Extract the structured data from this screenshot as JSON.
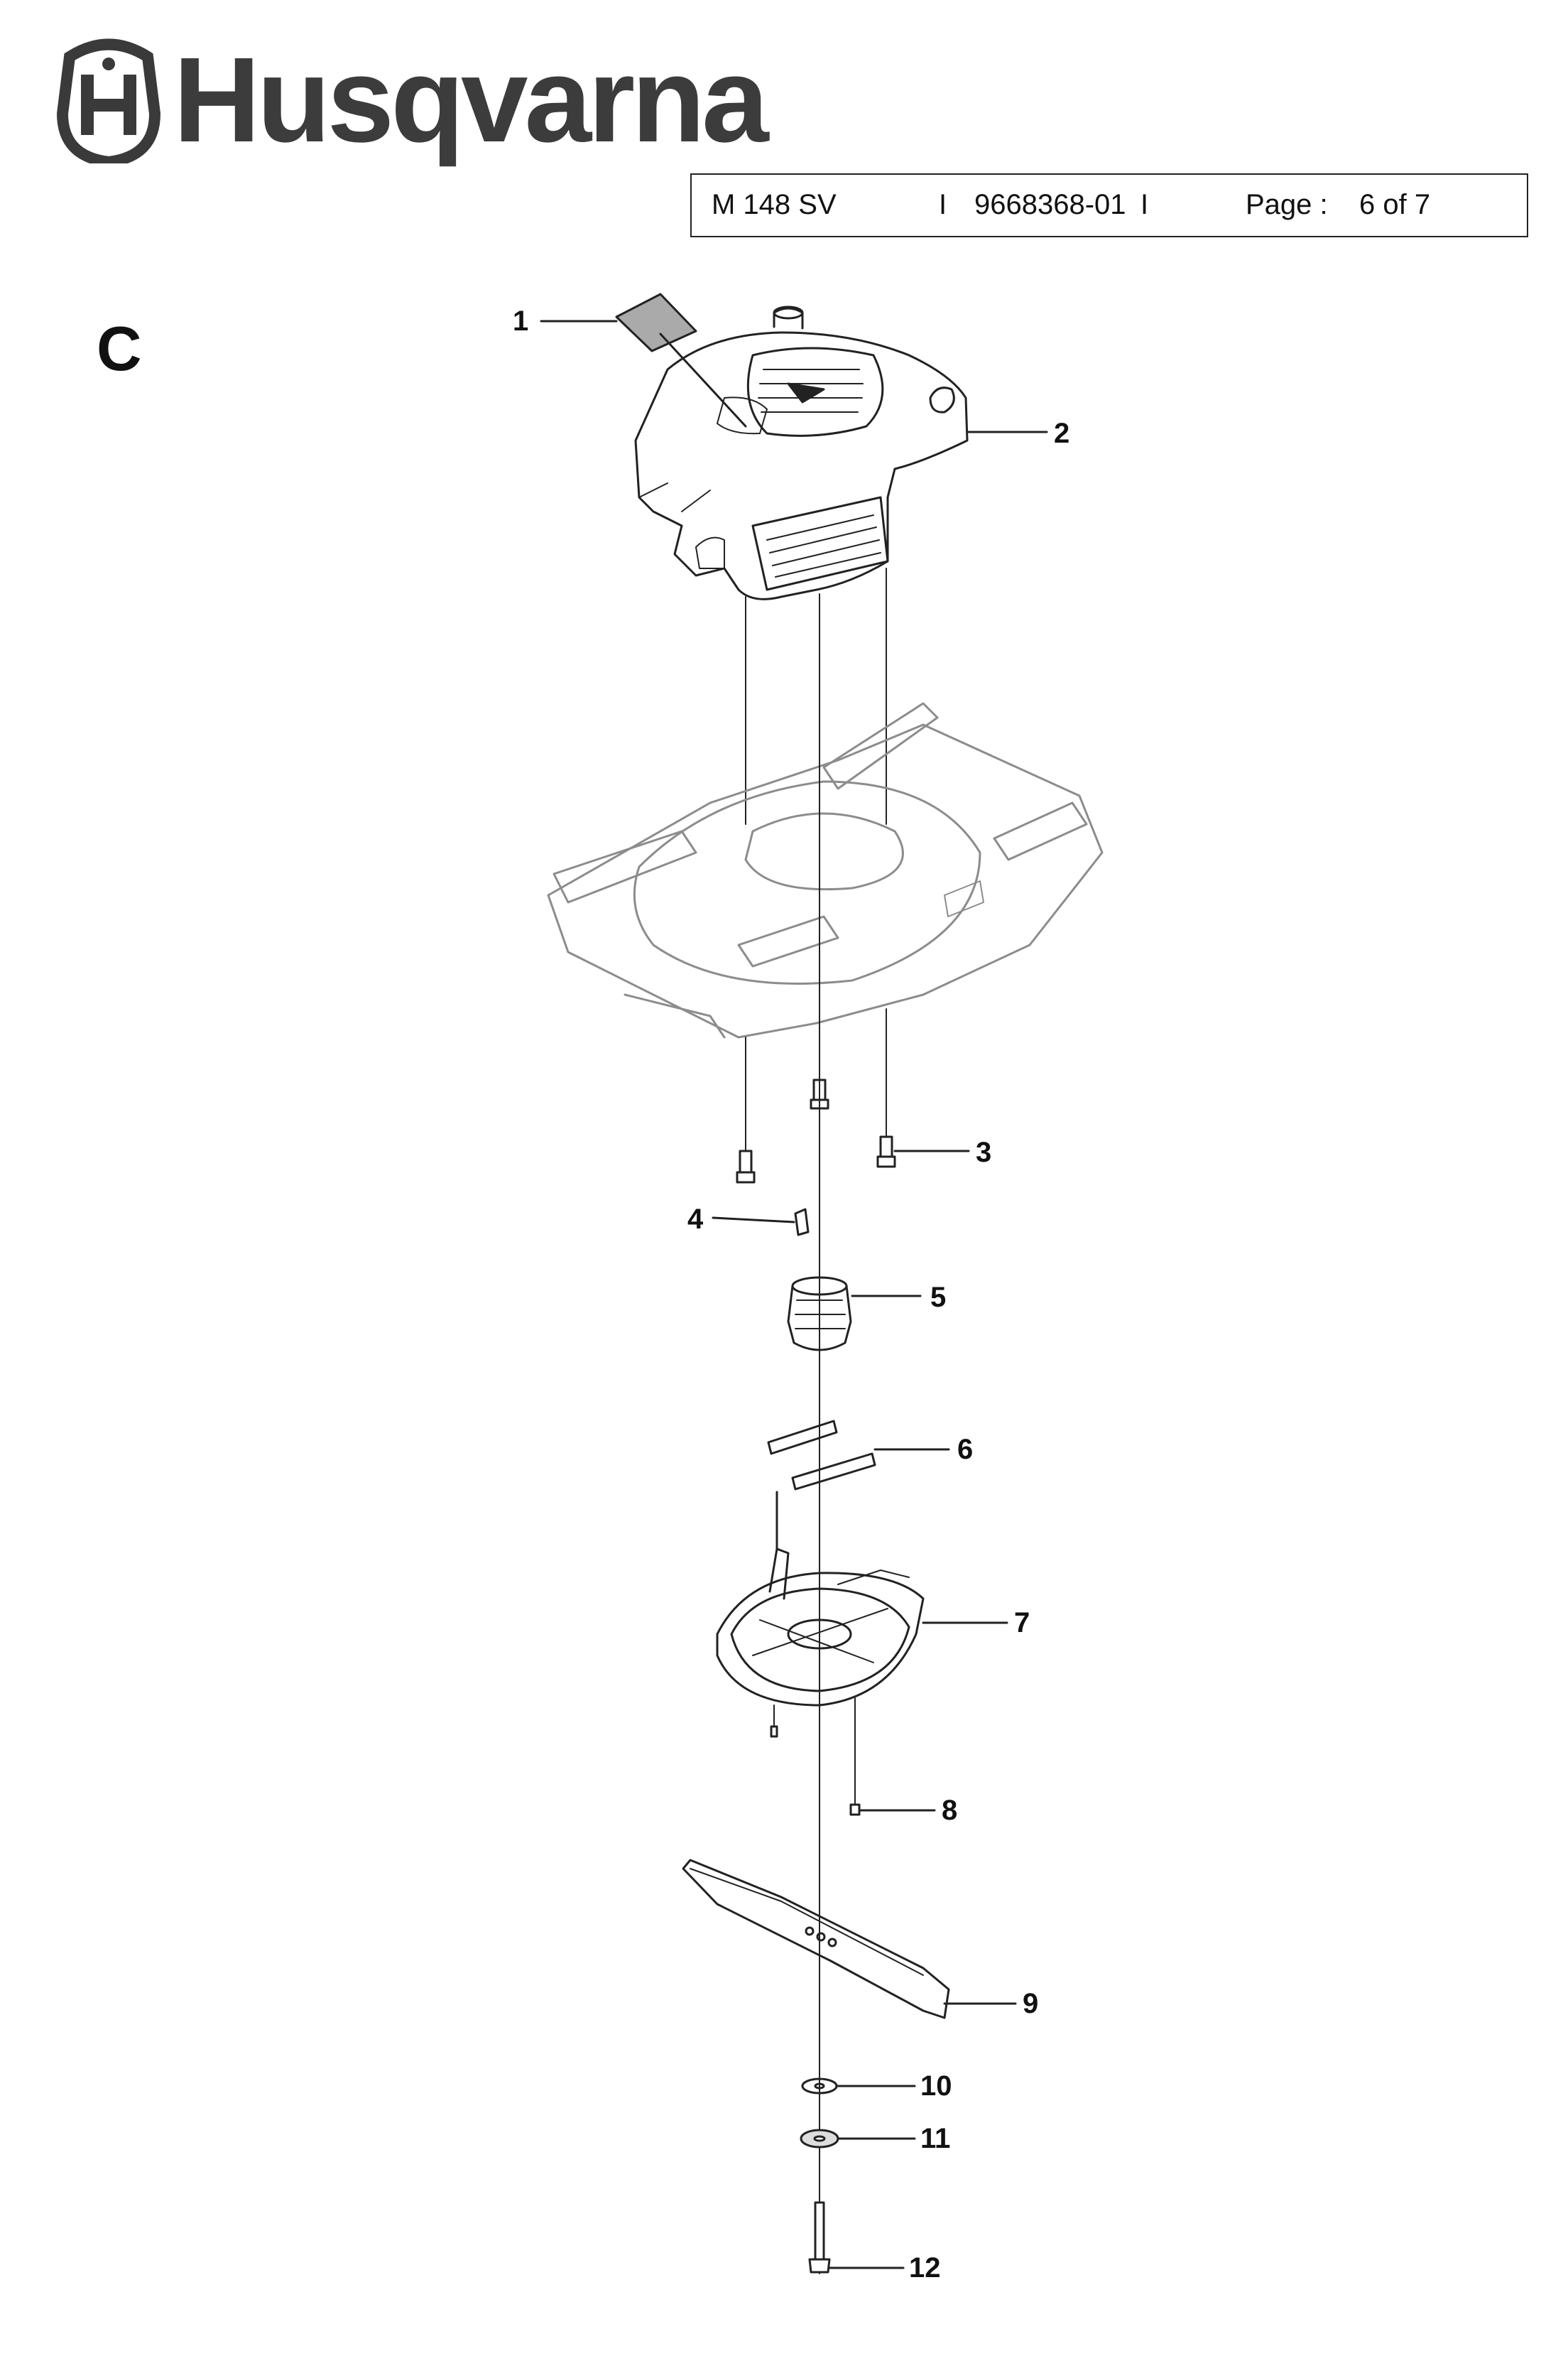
{
  "brand": {
    "name": "Husqvarna"
  },
  "header": {
    "model": "M 148 SV",
    "separator1": "I",
    "part_number": "9668368-01",
    "separator2": "I",
    "page_label": "Page :",
    "page_value": "6 of 7"
  },
  "section": {
    "letter": "C"
  },
  "callouts": [
    "1",
    "2",
    "3",
    "4",
    "5",
    "6",
    "7",
    "8",
    "9",
    "10",
    "11",
    "12"
  ],
  "colors": {
    "ink": "#111111",
    "line": "#222222",
    "shade": "#9a9a9a",
    "brand": "#3a3a3a"
  }
}
